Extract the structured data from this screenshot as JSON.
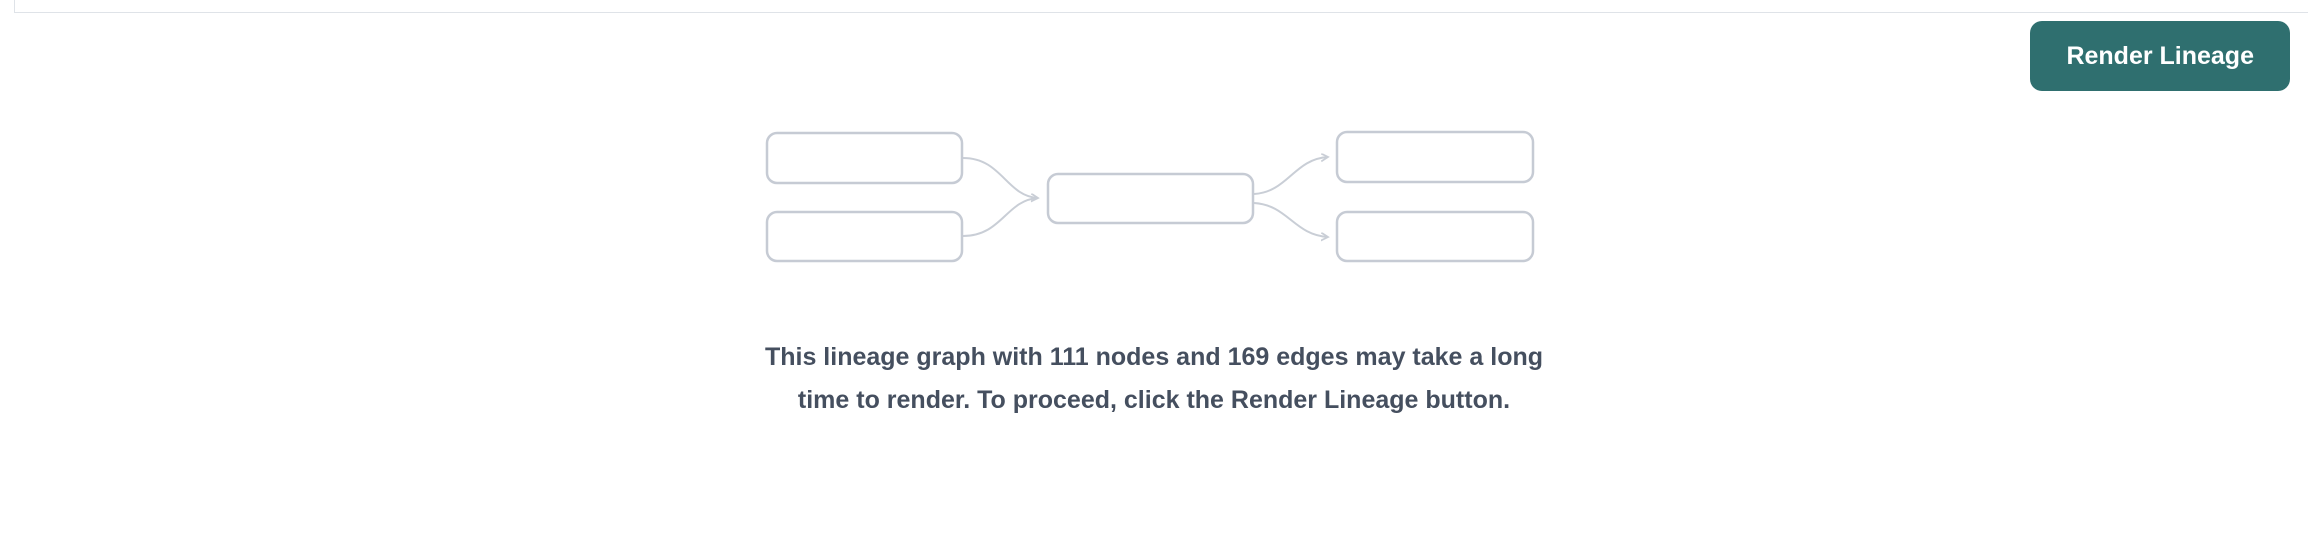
{
  "header": {
    "render_lineage_button": "Render Lineage"
  },
  "main": {
    "message": "This lineage graph with 111 nodes and 169 edges may take a long time to render. To proceed, click the Render Lineage button.",
    "node_count": "111",
    "edge_count": "169"
  },
  "colors": {
    "button_background": "#2f6f6f",
    "button_text": "#ffffff",
    "graph_outline": "#c6cbd4",
    "message_text": "#454f5f",
    "divider": "#dfe3e8"
  }
}
